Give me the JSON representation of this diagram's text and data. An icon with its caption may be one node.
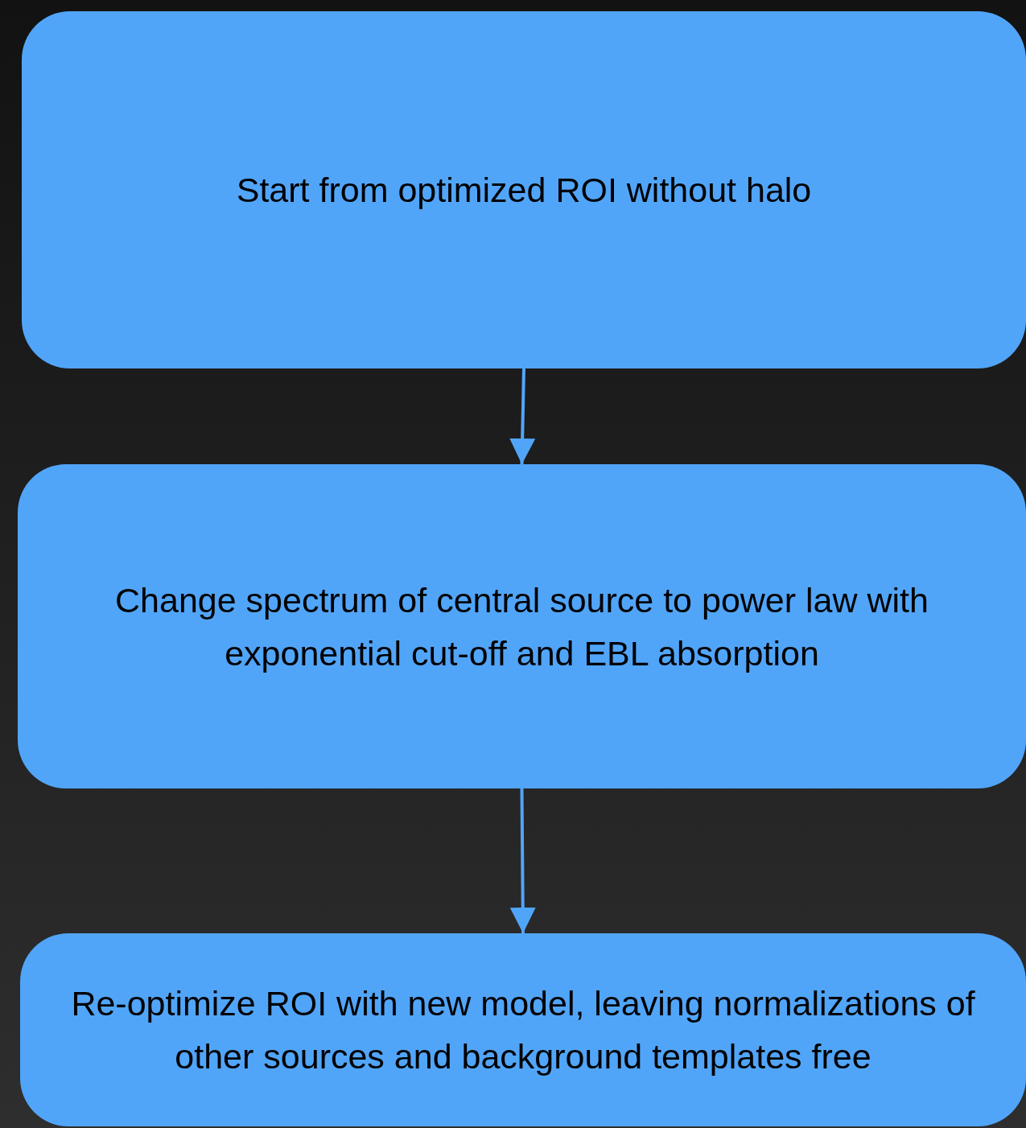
{
  "diagram": {
    "nodes": [
      {
        "text": [
          "Start from optimized ROI without halo"
        ]
      },
      {
        "text": [
          "Change spectrum of central source to power law with exponential cut-off and EBL absorption"
        ]
      },
      {
        "text": [
          "Re-optimize ROI with new model, leaving normalizations of other sources and background templates free"
        ]
      }
    ],
    "edges": [
      {
        "from": 0,
        "to": 1,
        "arrow": "to"
      },
      {
        "from": 1,
        "to": 2,
        "arrow": "to"
      }
    ]
  }
}
